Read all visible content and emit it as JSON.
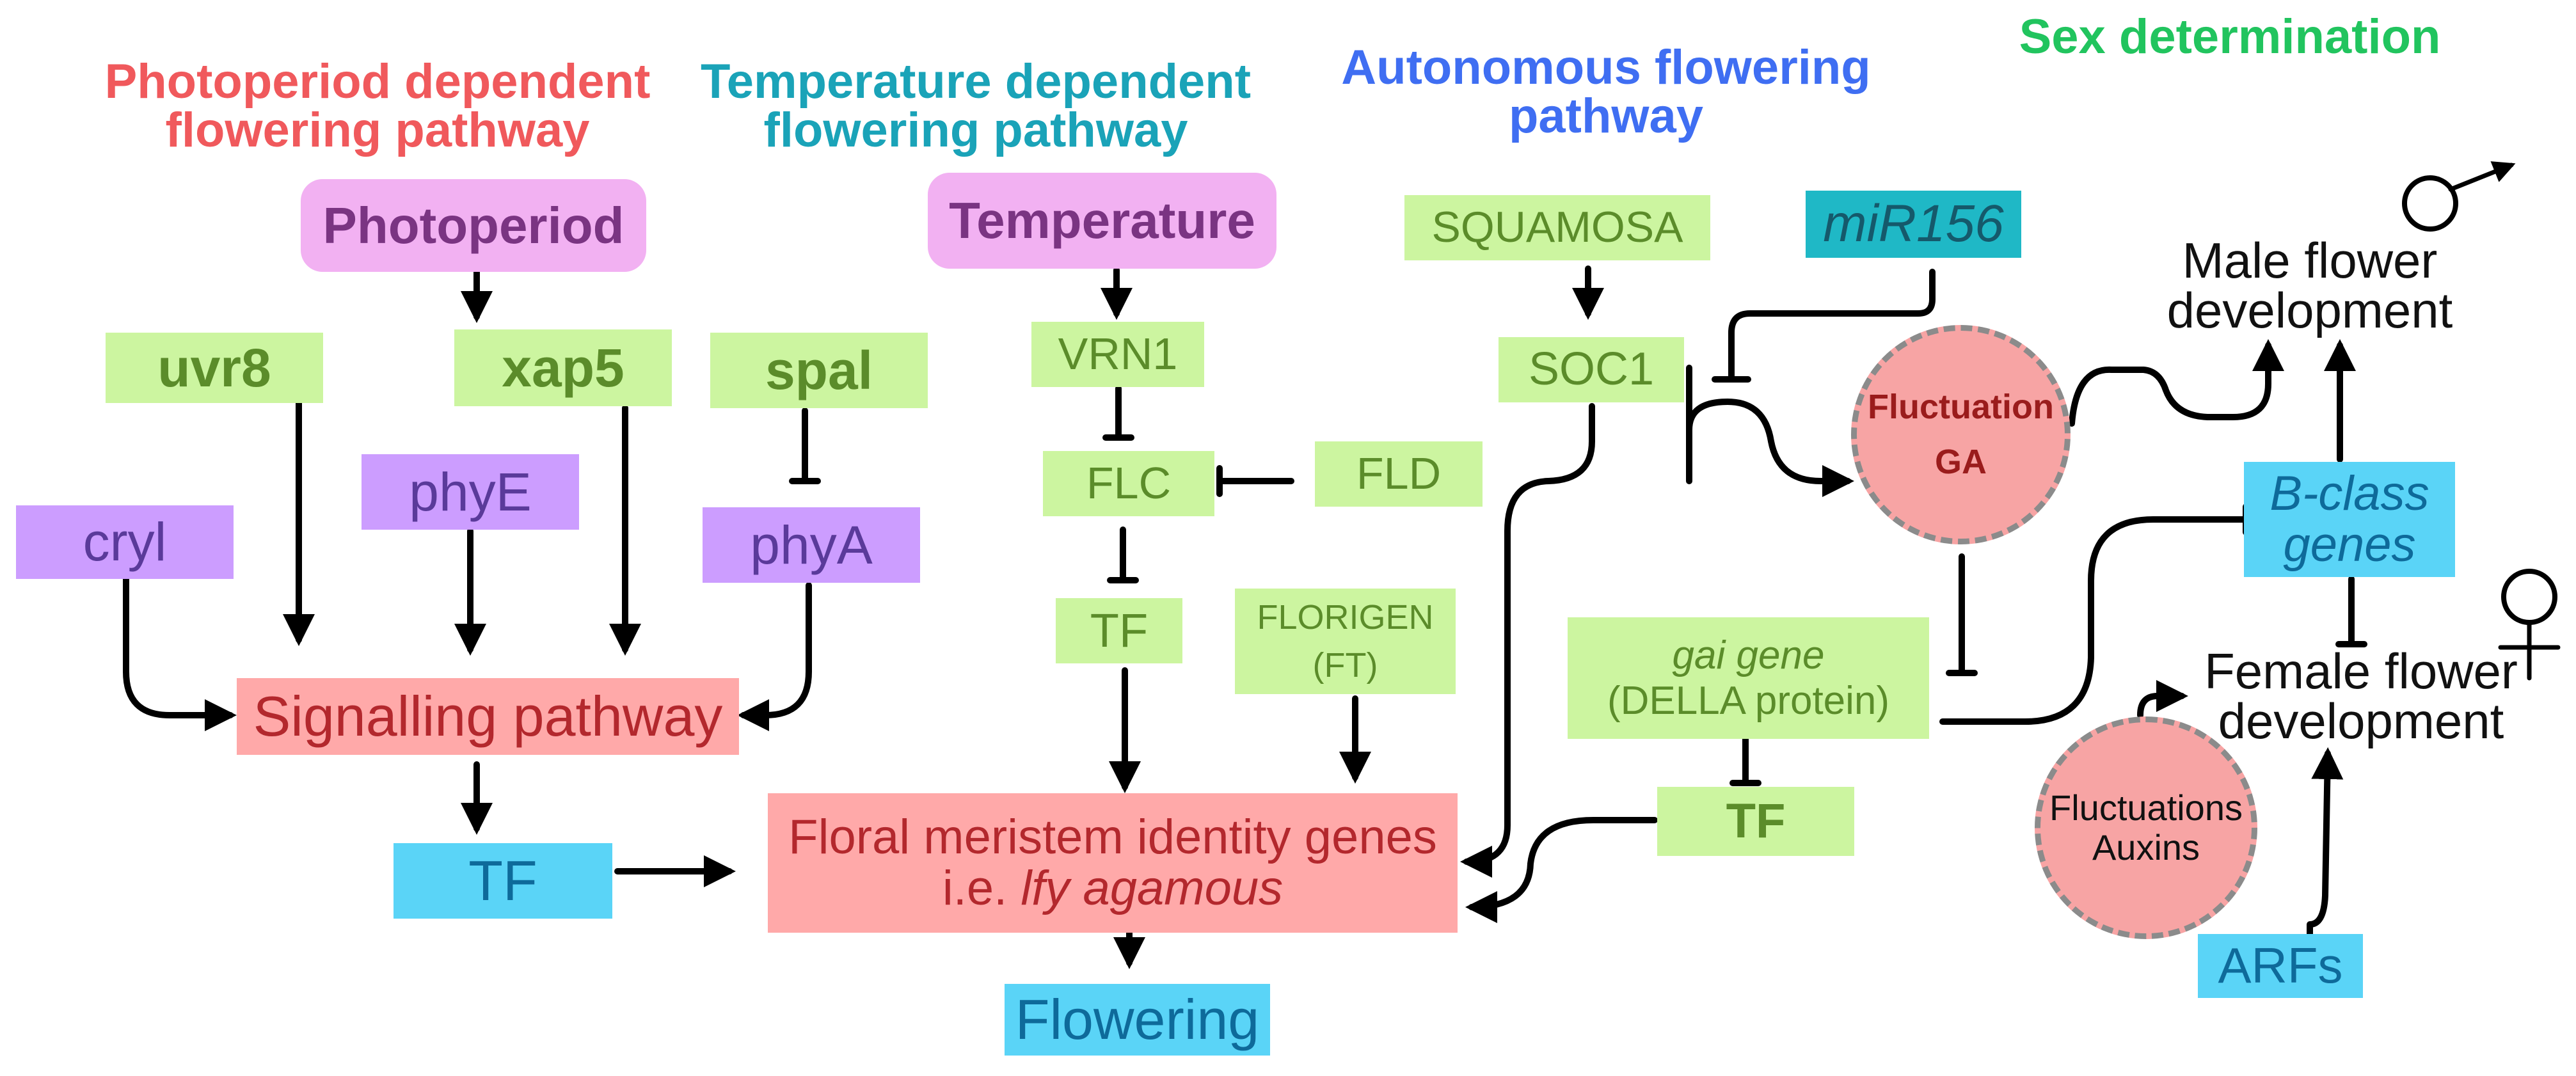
{
  "headings": {
    "photoperiod_pathway": [
      "Photoperiod dependent",
      "flowering pathway"
    ],
    "temperature_pathway": [
      "Temperature dependent",
      "flowering pathway"
    ],
    "autonomous_pathway": [
      "Autonomous flowering",
      "pathway"
    ],
    "sex_determination": "Sex determination"
  },
  "photoperiod": {
    "photoperiod": "Photoperiod",
    "uvr8": "uvr8",
    "xap5": "xap5",
    "spal": "spal",
    "cryl": "cryl",
    "phyE": "phyE",
    "phyA": "phyA",
    "signalling": "Signalling pathway",
    "tf": "TF"
  },
  "temperature": {
    "temperature": "Temperature",
    "vrn1": "VRN1",
    "flc": "FLC",
    "fld": "FLD",
    "tf": "TF",
    "florigen": [
      "FLORIGEN",
      "(FT)"
    ]
  },
  "center": {
    "floral_line1": "Floral meristem identity genes",
    "floral_ie": "i.e. ",
    "floral_genes": "lfy agamous",
    "flowering": "Flowering"
  },
  "autonomous": {
    "squamosa": "SQUAMOSA",
    "soc1": "SOC1",
    "mir156": "miR156",
    "fluctuation_ga": [
      "Fluctuation",
      "GA"
    ],
    "gai_gene": "gai gene",
    "della": "(DELLA protein)",
    "tf": "TF"
  },
  "sex": {
    "male_symbol": "♂",
    "female_symbol": "♀",
    "male_dev": [
      "Male flower",
      "development"
    ],
    "bclass": [
      "B-class",
      "genes"
    ],
    "female_dev": [
      "Female flower",
      "development"
    ],
    "auxins": [
      "Fluctuations",
      "Auxins"
    ],
    "arfs": "ARFs"
  },
  "colors": {
    "heading_photoperiod": "#f0595c",
    "heading_temperature": "#1aa3b8",
    "heading_autonomous": "#3f6ef2",
    "heading_sex": "#21c45e",
    "green_box": "#ccf5a0",
    "purple_box": "#cc9dff",
    "red_box": "#ffa9a9",
    "blue_box": "#5ad4f7",
    "pink_box": "#f2b1f2",
    "teal_box": "#1fb8c6",
    "circle_fill": "#f7a4a4"
  }
}
